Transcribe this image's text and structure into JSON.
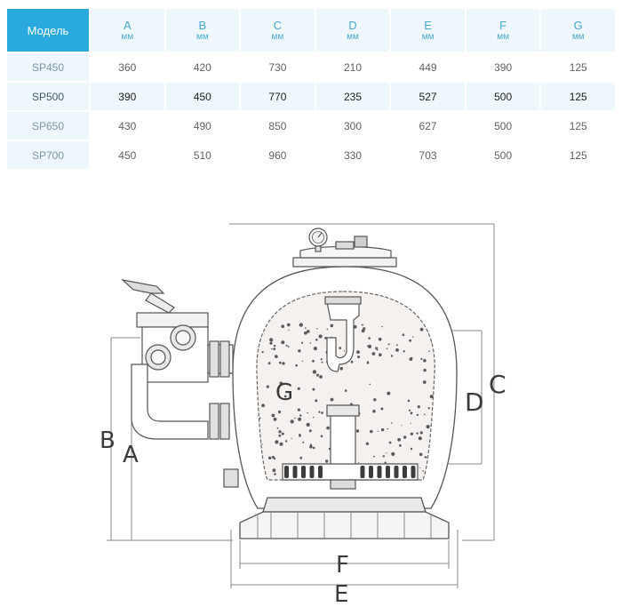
{
  "table": {
    "headers": [
      {
        "name": "Модель",
        "unit": ""
      },
      {
        "name": "A",
        "unit": "мм"
      },
      {
        "name": "B",
        "unit": "мм"
      },
      {
        "name": "C",
        "unit": "мм"
      },
      {
        "name": "D",
        "unit": "мм"
      },
      {
        "name": "E",
        "unit": "мм"
      },
      {
        "name": "F",
        "unit": "мм"
      },
      {
        "name": "G",
        "unit": "мм"
      }
    ],
    "rows": [
      [
        "SP450",
        "360",
        "420",
        "730",
        "210",
        "449",
        "390",
        "125"
      ],
      [
        "SP500",
        "390",
        "450",
        "770",
        "235",
        "527",
        "500",
        "125"
      ],
      [
        "SP650",
        "430",
        "490",
        "850",
        "300",
        "627",
        "500",
        "125"
      ],
      [
        "SP700",
        "450",
        "510",
        "960",
        "330",
        "703",
        "500",
        "125"
      ]
    ]
  },
  "diagram": {
    "labels": {
      "A": "A",
      "B": "B",
      "C": "C",
      "D": "D",
      "E": "E",
      "F": "F",
      "G": "G"
    }
  },
  "colors": {
    "header_accent": "#2aa9df",
    "header_text": "#49a9cf",
    "row_tint": "#eef7fb"
  }
}
